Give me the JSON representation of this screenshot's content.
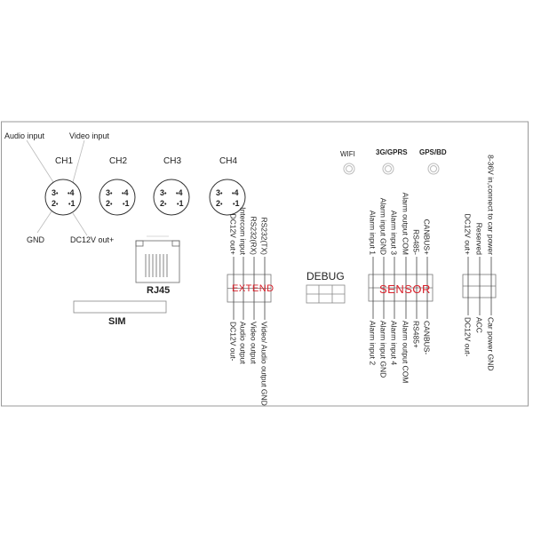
{
  "channels": {
    "labels": [
      "CH1",
      "CH2",
      "CH3",
      "CH4"
    ],
    "pins": [
      "3",
      "4",
      "2",
      "1"
    ],
    "callouts": {
      "audio_input": "Audio input",
      "video_input": "Video input",
      "gnd": "GND",
      "dc12v_out_plus": "DC12V out+"
    }
  },
  "rj45": "RJ45",
  "sim": "SIM",
  "antennas": [
    "WIFI",
    "3G/GPRS",
    "GPS/BD"
  ],
  "debug": "DEBUG",
  "extend": {
    "label": "EXTEND",
    "top": [
      "DC12V out+",
      "Intercom input",
      "RS232(RX)",
      "RS232(TX)"
    ],
    "bottom": [
      "DC12V out-",
      "Audio output",
      "Video output",
      "Video/ Audio output GND"
    ]
  },
  "sensor": {
    "label": "SENSOR",
    "top": [
      "Alarm input 1",
      "Alarm input GND",
      "Alarm input 3",
      "Alarm output  COM",
      "RS485-",
      "CANBUS+"
    ],
    "bottom": [
      "Alarm input 2",
      "Alarm input GND",
      "Alarm input 4",
      "Alarm output  COM",
      "RS485+",
      "CANBUS-"
    ]
  },
  "power": {
    "top": [
      "DC12V out+",
      "Reserved",
      "8-36V in,connect to car power"
    ],
    "bottom": [
      "DC12V out-",
      "ACC",
      "Car  power  GND"
    ]
  }
}
